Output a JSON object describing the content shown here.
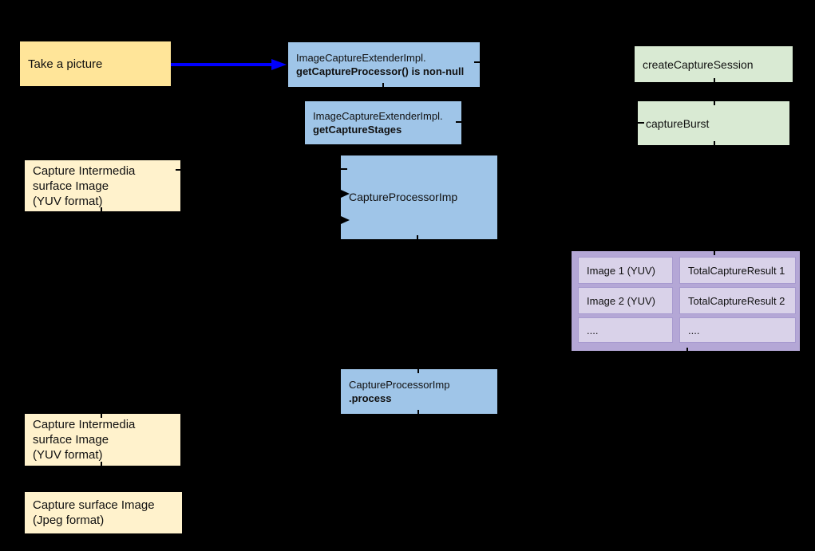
{
  "diagram": {
    "background_color": "#000000",
    "colors": {
      "yellow_box": "#FFE599",
      "cream_box": "#FFF2CC",
      "blue_box": "#9FC5E8",
      "green_box": "#D9EAD3",
      "purple_container": "#B4A7D6",
      "purple_cell": "#D9D2E9",
      "arrow": "#0000FF",
      "text": "#111111"
    },
    "take_picture": {
      "label": "Take a picture"
    },
    "get_capture_processor": {
      "line1": "ImageCaptureExtenderImpl.",
      "line2": "getCaptureProcessor() is non-null"
    },
    "get_capture_stages": {
      "line1": "ImageCaptureExtenderImpl.",
      "line2": "getCaptureStages"
    },
    "create_capture_session": {
      "label": "createCaptureSession"
    },
    "capture_burst": {
      "label": "captureBurst"
    },
    "capture_intermedia_top": {
      "line1": "Capture Intermedia",
      "line2": "surface Image",
      "line3": "(YUV format)"
    },
    "capture_processor_imp": {
      "label": "CaptureProcessorImp"
    },
    "result_table": {
      "cells": [
        [
          "Image 1 (YUV)",
          "TotalCaptureResult 1"
        ],
        [
          "Image 2 (YUV)",
          "TotalCaptureResult 2"
        ],
        [
          "....",
          "...."
        ]
      ]
    },
    "process": {
      "line1": "CaptureProcessorImp",
      "line2": ".process"
    },
    "capture_intermedia_bottom": {
      "line1": "Capture Intermedia",
      "line2": "surface Image",
      "line3": "(YUV format)"
    },
    "capture_surface_jpeg": {
      "line1": "Capture surface Image",
      "line2": "(Jpeg format)"
    }
  }
}
